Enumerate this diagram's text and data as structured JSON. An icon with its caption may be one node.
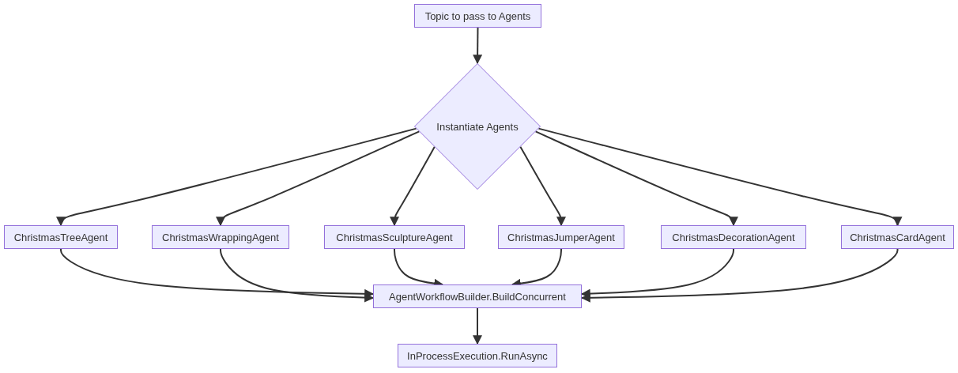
{
  "diagram": {
    "nodes": [
      {
        "text": [
          "Topic to pass to Agents"
        ]
      },
      {
        "text": [
          "Instantiate Agents"
        ]
      },
      {
        "text": [
          "ChristmasTreeAgent"
        ]
      },
      {
        "text": [
          "ChristmasWrappingAgent"
        ]
      },
      {
        "text": [
          "ChristmasSculptureAgent"
        ]
      },
      {
        "text": [
          "ChristmasJumperAgent"
        ]
      },
      {
        "text": [
          "ChristmasDecorationAgent"
        ]
      },
      {
        "text": [
          "ChristmasCardAgent"
        ]
      },
      {
        "text": [
          "AgentWorkflowBuilder.BuildConcurrent"
        ]
      },
      {
        "text": [
          "InProcessExecution.RunAsync"
        ]
      }
    ],
    "edges": [
      {
        "from": 0,
        "to": 1,
        "arrow": "to"
      },
      {
        "from": 1,
        "to": 2,
        "arrow": "to"
      },
      {
        "from": 1,
        "to": 3,
        "arrow": "to"
      },
      {
        "from": 1,
        "to": 4,
        "arrow": "to"
      },
      {
        "from": 1,
        "to": 5,
        "arrow": "to"
      },
      {
        "from": 1,
        "to": 6,
        "arrow": "to"
      },
      {
        "from": 1,
        "to": 7,
        "arrow": "to"
      },
      {
        "from": 2,
        "to": 8,
        "arrow": "to"
      },
      {
        "from": 3,
        "to": 8,
        "arrow": "to"
      },
      {
        "from": 4,
        "to": 8,
        "arrow": "to"
      },
      {
        "from": 5,
        "to": 8,
        "arrow": "to"
      },
      {
        "from": 6,
        "to": 8,
        "arrow": "to"
      },
      {
        "from": 7,
        "to": 8,
        "arrow": "to"
      },
      {
        "from": 8,
        "to": 9,
        "arrow": "to"
      }
    ]
  }
}
